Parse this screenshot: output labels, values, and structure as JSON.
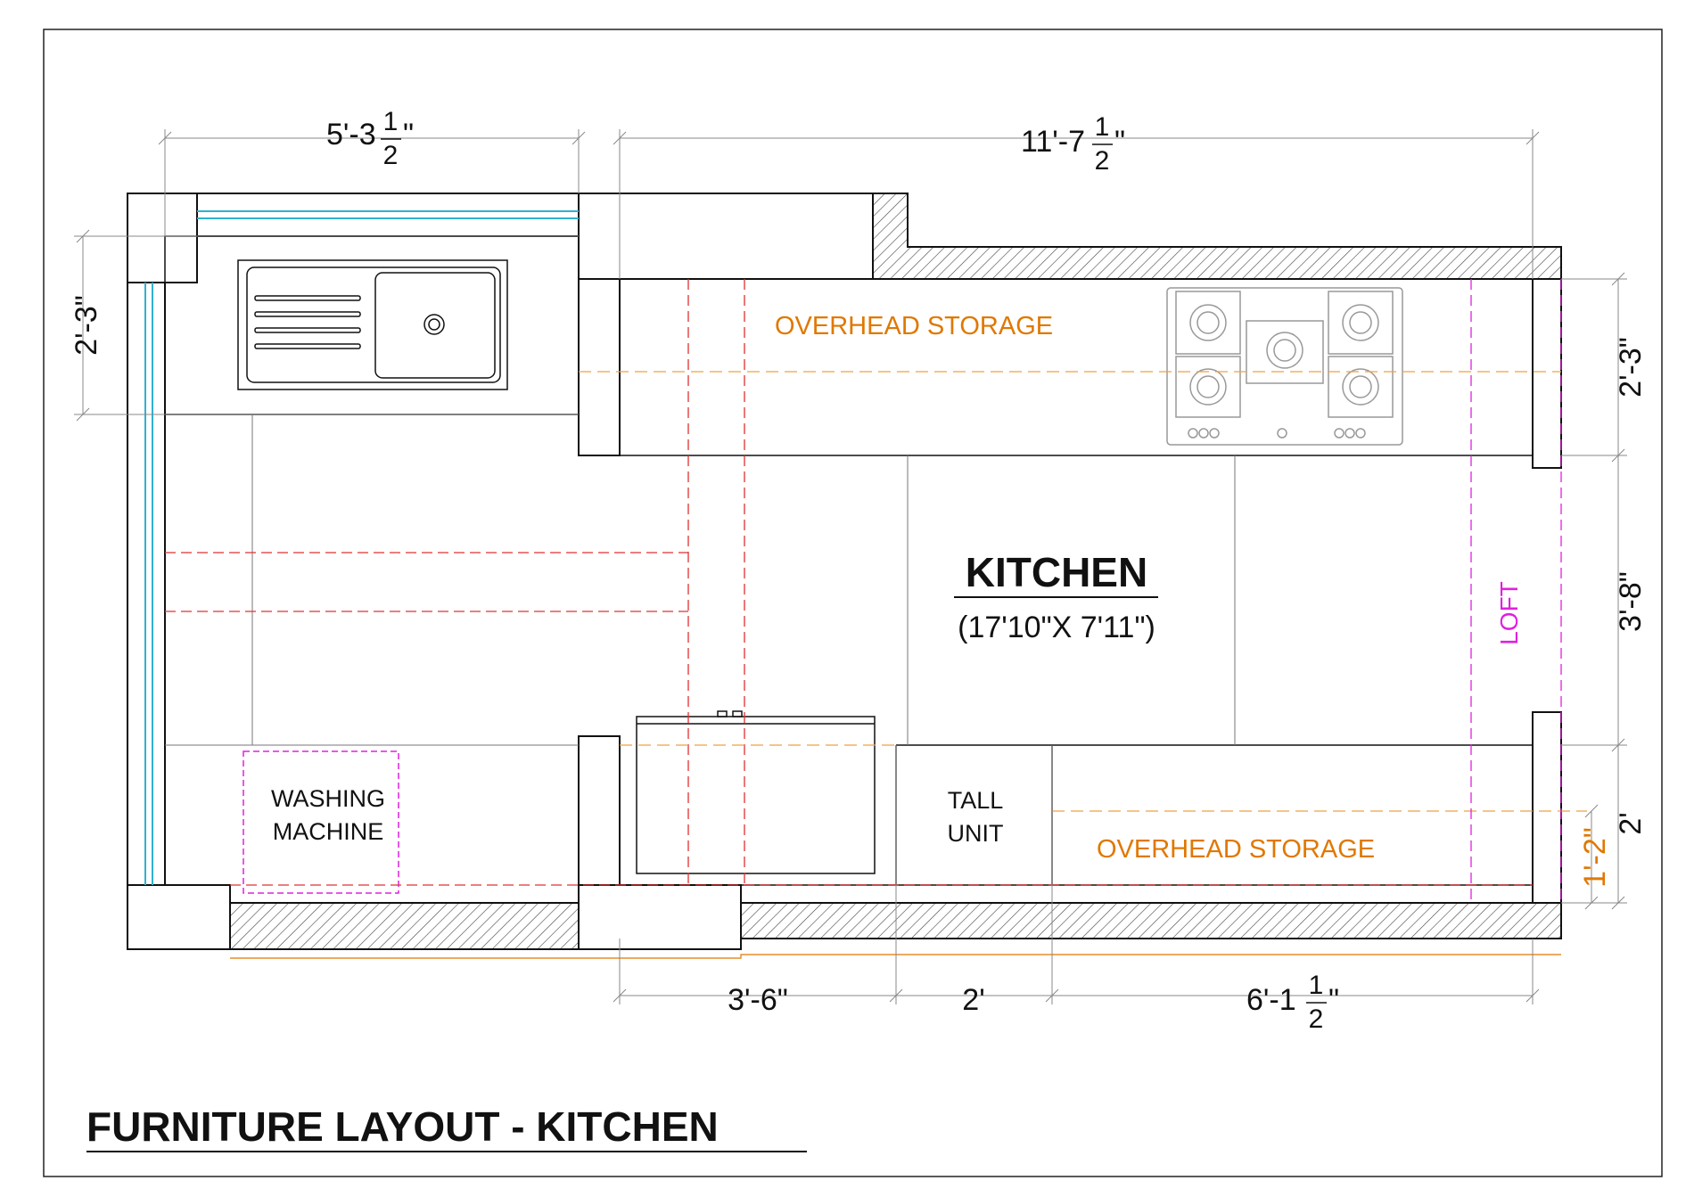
{
  "title": "FURNITURE LAYOUT  - KITCHEN",
  "room": {
    "name": "KITCHEN",
    "size": "(17'10\"X 7'11\")"
  },
  "labels": {
    "overhead_storage_top": "OVERHEAD STORAGE",
    "overhead_storage_bottom": "OVERHEAD STORAGE",
    "loft": "LOFT",
    "washing_machine_line1": "WASHING",
    "washing_machine_line2": "MACHINE",
    "tall_unit_line1": "TALL",
    "tall_unit_line2": "UNIT"
  },
  "dimensions": {
    "top_left": {
      "main": "5'-3",
      "num": "1",
      "den": "2",
      "tail": "\""
    },
    "top_right": {
      "main": "11'-7",
      "num": "1",
      "den": "2",
      "tail": "\""
    },
    "left_vertical": "2'-3\"",
    "right_top": "2'-3\"",
    "right_middle": "3'-8\"",
    "right_bottom": "2'",
    "right_bottom_offset": "1'-2\"",
    "bottom_1": "3'-6\"",
    "bottom_2": "2'",
    "bottom_3": {
      "main": "6'-1",
      "num": "1",
      "den": "2",
      "tail": "\""
    }
  },
  "colors": {
    "line": "#111111",
    "storage_text": "#e07800",
    "storage_line": "#f0a040",
    "loft": "#e020e0",
    "red_dash": "#e03030",
    "cyan": "#30b0d0",
    "hatch": "#444444",
    "dim_line": "#888888"
  }
}
